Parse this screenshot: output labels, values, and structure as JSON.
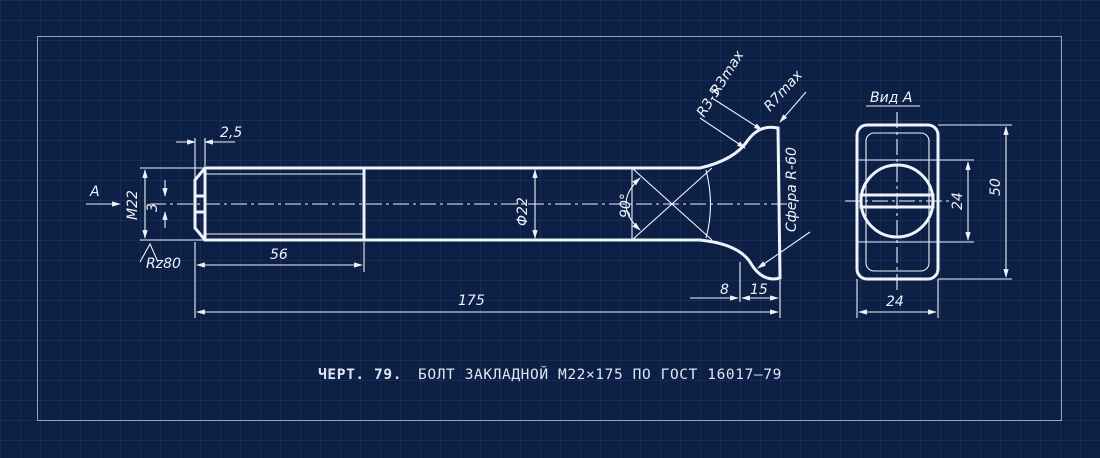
{
  "caption": {
    "number": "ЧЕРТ. 79.",
    "title": "БОЛТ ЗАКЛАДНОЙ М22×175 ПО ГОСТ 16017–79"
  },
  "labels": {
    "view_arrow": "А",
    "view_a_title": "Вид А",
    "thread": "М22",
    "groove_width": "3",
    "chamfer": "2,5",
    "roughness": "Rz80",
    "thread_length": "56",
    "total_length": "175",
    "diameter": "Φ22",
    "angle": "90°",
    "sphere": "Сфера R-60",
    "r_max_3": "R3max",
    "r_3_5": "R3-5",
    "r_max_7": "R7max",
    "dim_8": "8",
    "dim_15": "15",
    "dim_24_width": "24",
    "dim_24_height": "24",
    "dim_50": "50"
  },
  "colors": {
    "background": "#0c1f45",
    "line": "#eef3fb"
  }
}
